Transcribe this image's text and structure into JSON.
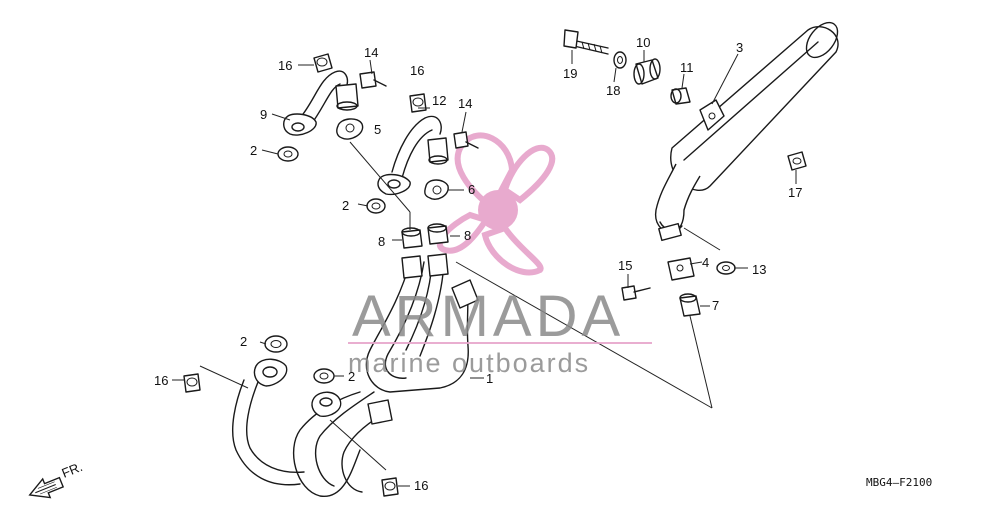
{
  "diagram": {
    "callouts": [
      {
        "id": "c1",
        "text": "1"
      },
      {
        "id": "c2a",
        "text": "2"
      },
      {
        "id": "c2b",
        "text": "2"
      },
      {
        "id": "c2c",
        "text": "2"
      },
      {
        "id": "c2d",
        "text": "2"
      },
      {
        "id": "c3",
        "text": "3"
      },
      {
        "id": "c4",
        "text": "4"
      },
      {
        "id": "c5",
        "text": "5"
      },
      {
        "id": "c6",
        "text": "6"
      },
      {
        "id": "c7",
        "text": "7"
      },
      {
        "id": "c8a",
        "text": "8"
      },
      {
        "id": "c8b",
        "text": "8"
      },
      {
        "id": "c9",
        "text": "9"
      },
      {
        "id": "c10",
        "text": "10"
      },
      {
        "id": "c11",
        "text": "11"
      },
      {
        "id": "c12",
        "text": "12"
      },
      {
        "id": "c13",
        "text": "13"
      },
      {
        "id": "c14a",
        "text": "14"
      },
      {
        "id": "c14b",
        "text": "14"
      },
      {
        "id": "c15",
        "text": "15"
      },
      {
        "id": "c16a",
        "text": "16"
      },
      {
        "id": "c16b",
        "text": "16"
      },
      {
        "id": "c16c",
        "text": "16"
      },
      {
        "id": "c16d",
        "text": "16"
      },
      {
        "id": "c17",
        "text": "17"
      },
      {
        "id": "c18",
        "text": "18"
      },
      {
        "id": "c19",
        "text": "19"
      }
    ],
    "direction_label": "FR.",
    "figure_code": "MBG4—F2100"
  },
  "watermark": {
    "brand": "ARMADA",
    "tagline": "marine outboards",
    "brand_color": "#8a8a8a",
    "accent_color": "#e7a6cc",
    "logo_icon": "propeller-icon"
  }
}
